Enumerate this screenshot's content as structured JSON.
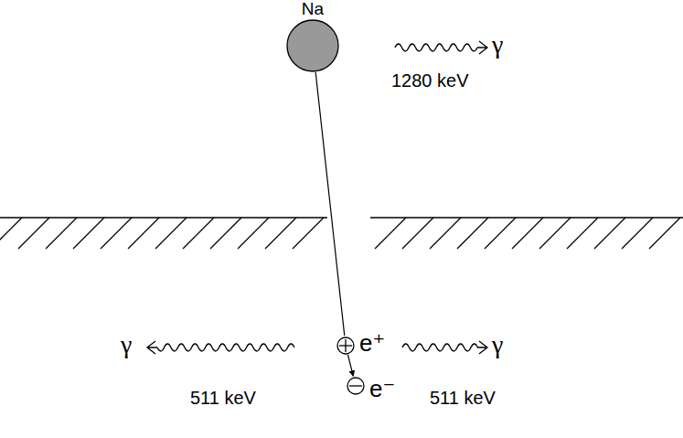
{
  "diagram": {
    "nodes": [
      {
        "text": [
          "Na"
        ]
      },
      {
        "text": [
          "e⁺"
        ]
      },
      {
        "text": [
          "e⁻"
        ]
      }
    ],
    "edges": [
      {
        "from": 0,
        "to": 1,
        "arrow": "none"
      },
      {
        "from": 1,
        "to": 2,
        "arrow": "to"
      }
    ],
    "labels": [
      "γ",
      "1280 keV",
      "γ",
      "511 keV",
      "γ",
      "511 keV"
    ]
  }
}
